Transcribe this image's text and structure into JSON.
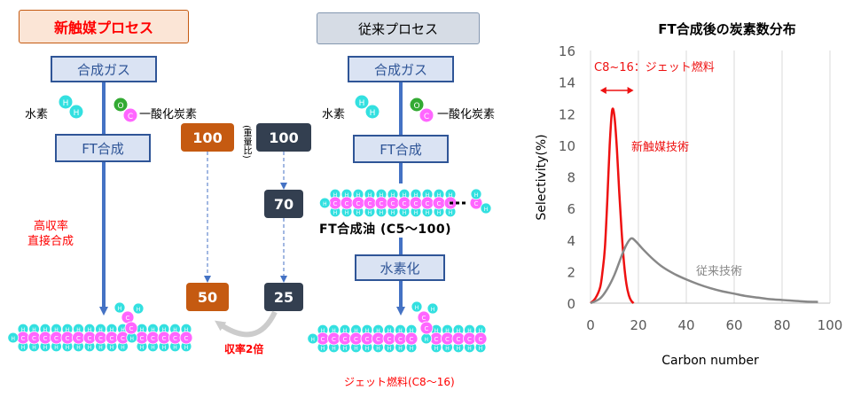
{
  "new_process": {
    "title": "新触媒プロセス",
    "syngas": "合成ガス",
    "hydrogen_label": "水素",
    "co_label": "一酸化炭素",
    "ft": "FT合成",
    "direct_label_1": "高収率",
    "direct_label_2": "直接合成"
  },
  "ratios": {
    "new_start": "100",
    "new_end": "50",
    "old_start": "100",
    "old_mid": "70",
    "old_end": "25",
    "weight_note": "(重量比)",
    "yield_label": "収率2倍"
  },
  "old_process": {
    "title": "従来プロセス",
    "syngas": "合成ガス",
    "hydrogen_label": "水素",
    "co_label": "一酸化炭素",
    "ft": "FT合成",
    "ft_oil": "FT合成油 (C5〜100)",
    "hydro": "水素化",
    "jet_fuel": "ジェット燃料(C8〜16)"
  },
  "atoms": {
    "h": "H",
    "c": "C",
    "o": "O"
  },
  "colors": {
    "carbon": "#ff66ff",
    "hydrogen": "#33e0e0",
    "oxygen": "#33aa33",
    "orange": "#c55a11",
    "dark": "#333f50",
    "blue": "#4472c4"
  },
  "chart_data": {
    "type": "line",
    "title": "FT合成後の炭素数分布",
    "xlabel": "Carbon number",
    "ylabel": "Selectivity(%)",
    "xlim": [
      0,
      100
    ],
    "ylim": [
      0,
      16
    ],
    "xticks": [
      0,
      20,
      40,
      60,
      80,
      100
    ],
    "yticks": [
      0,
      2,
      4,
      6,
      8,
      10,
      12,
      14,
      16
    ],
    "grid": "vertical",
    "annotation": "C8~16：ジェット燃料",
    "annotation_range": [
      4,
      18
    ],
    "series": [
      {
        "name": "新触媒技術",
        "color": "#ee1111",
        "x": [
          0,
          2,
          4,
          5,
          6,
          7,
          8,
          9,
          10,
          11,
          12,
          13,
          14,
          15,
          16,
          17,
          18
        ],
        "y": [
          0,
          0.3,
          1.0,
          2.0,
          3.5,
          6.5,
          10.0,
          12.2,
          11.8,
          9.8,
          7.0,
          4.5,
          2.5,
          1.2,
          0.5,
          0.15,
          0
        ]
      },
      {
        "name": "従来技術",
        "color": "#888888",
        "x": [
          0,
          4,
          7,
          10,
          13,
          15,
          17,
          19,
          22,
          26,
          30,
          35,
          40,
          45,
          50,
          55,
          60,
          65,
          70,
          75,
          80,
          85,
          90,
          95
        ],
        "y": [
          0,
          0.3,
          0.9,
          1.8,
          3.0,
          3.7,
          4.1,
          3.9,
          3.4,
          2.8,
          2.3,
          1.85,
          1.5,
          1.2,
          0.95,
          0.75,
          0.6,
          0.45,
          0.35,
          0.25,
          0.2,
          0.15,
          0.1,
          0.08
        ]
      }
    ]
  }
}
